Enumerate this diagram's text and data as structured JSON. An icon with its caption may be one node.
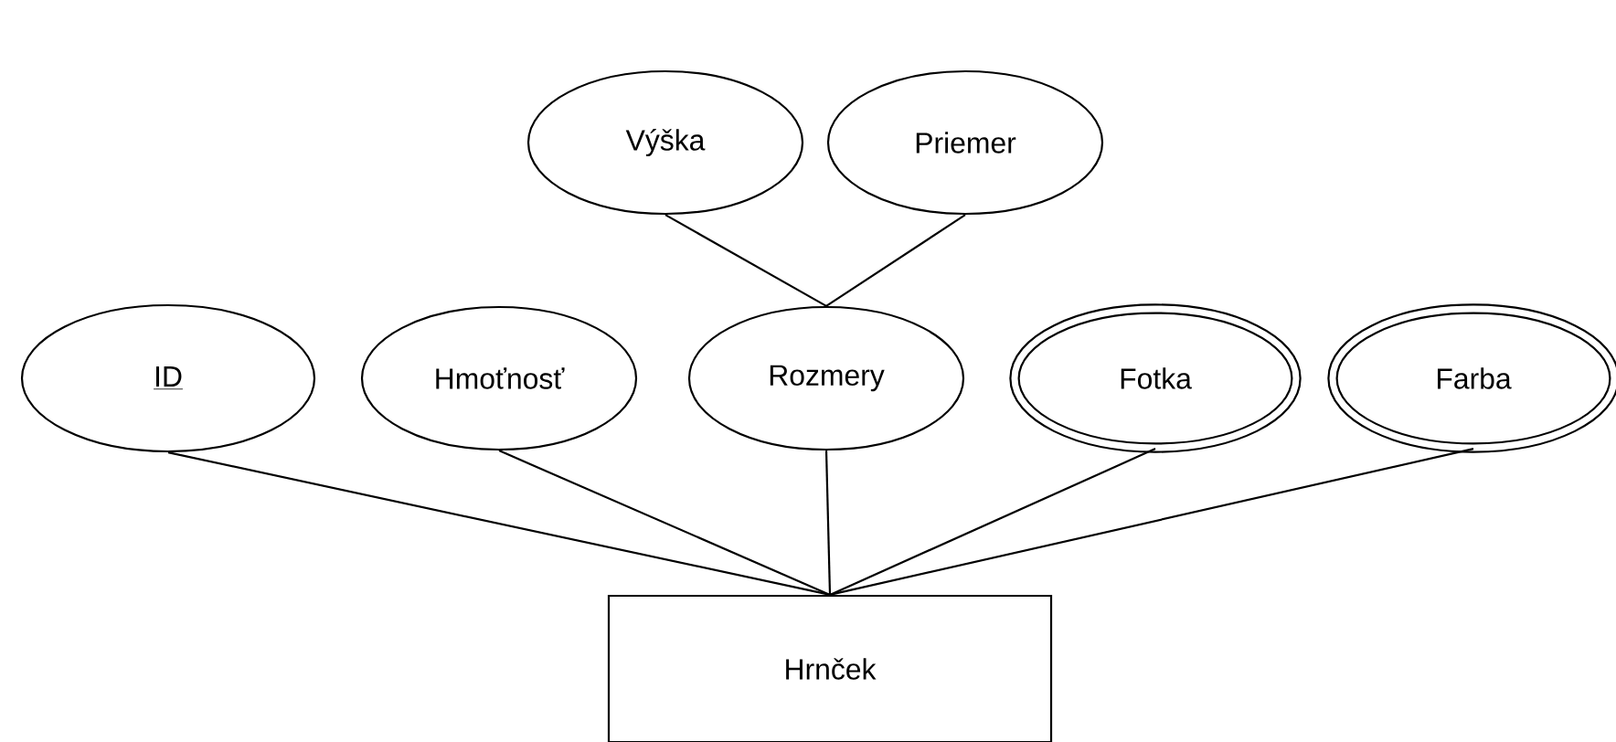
{
  "diagram": {
    "nodes": [
      {
        "text": [
          "Výška"
        ]
      },
      {
        "text": [
          "Priemer"
        ]
      },
      {
        "text": [
          "ID"
        ]
      },
      {
        "text": [
          "Hmoťnosť"
        ]
      },
      {
        "text": [
          "Rozmery"
        ]
      },
      {
        "text": [
          "Fotka"
        ]
      },
      {
        "text": [
          "Farba"
        ]
      },
      {
        "text": [
          "Hrnček"
        ]
      }
    ],
    "edges": [
      {
        "from": 0,
        "to": 4,
        "arrow": "none"
      },
      {
        "from": 1,
        "to": 4,
        "arrow": "none"
      },
      {
        "from": 2,
        "to": 7,
        "arrow": "none"
      },
      {
        "from": 3,
        "to": 7,
        "arrow": "none"
      },
      {
        "from": 4,
        "to": 7,
        "arrow": "none"
      },
      {
        "from": 5,
        "to": 7,
        "arrow": "none"
      },
      {
        "from": 6,
        "to": 7,
        "arrow": "none"
      }
    ]
  }
}
